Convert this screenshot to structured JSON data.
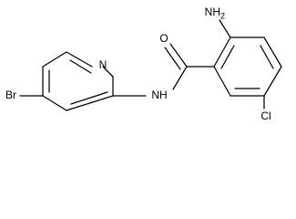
{
  "molecule": {
    "atoms": {
      "n_ring": "N",
      "br": "Br",
      "nh": "NH",
      "o": "O",
      "nh2": "NH",
      "nh2_sub": "2",
      "cl": "Cl"
    }
  }
}
